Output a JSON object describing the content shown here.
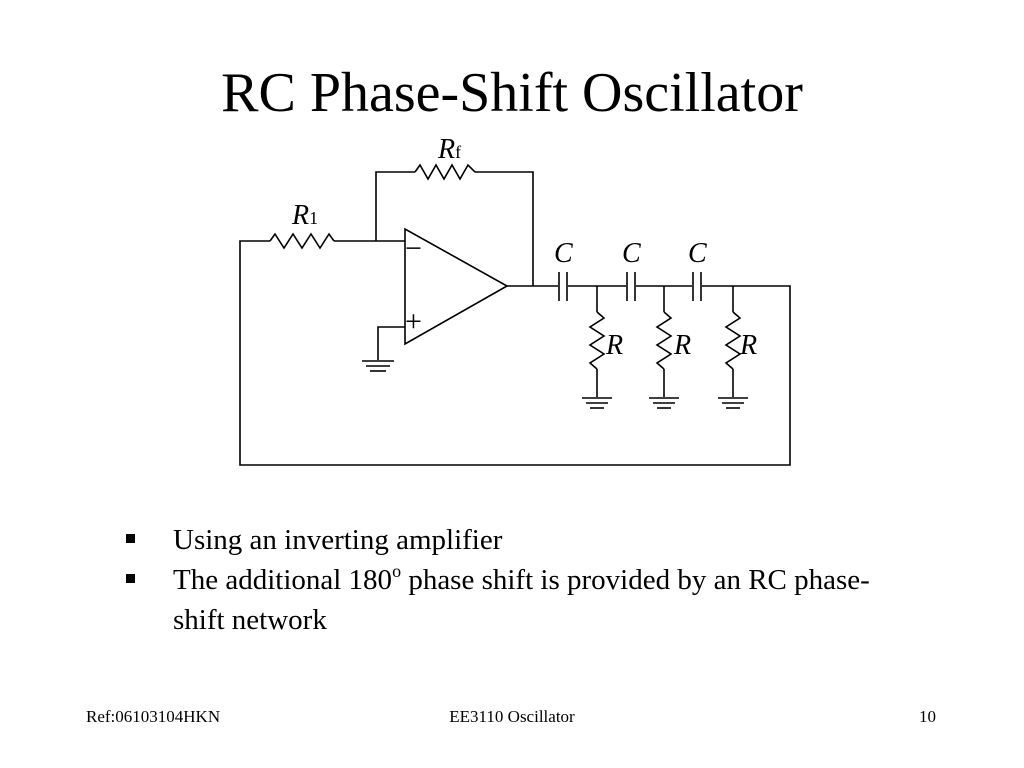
{
  "slide": {
    "title": "RC Phase-Shift Oscillator",
    "bullets": [
      {
        "text": "Using an inverting amplifier"
      },
      {
        "text_before": "The additional 180",
        "superscript": "o",
        "text_after": " phase shift is provided by an RC phase-shift network"
      }
    ],
    "footer": {
      "left": "Ref:06103104HKN",
      "center": "EE3110 Oscillator",
      "page_number": "10"
    }
  },
  "circuit": {
    "rf_label": {
      "main": "R",
      "sub": "f"
    },
    "r1_label": {
      "main": "R",
      "sub": "1"
    },
    "opamp": {
      "minus_symbol": "−",
      "plus_symbol": "+"
    },
    "capacitors": [
      {
        "label": "C"
      },
      {
        "label": "C"
      },
      {
        "label": "C"
      }
    ],
    "resistors": [
      {
        "label": "R"
      },
      {
        "label": "R"
      },
      {
        "label": "R"
      }
    ]
  }
}
